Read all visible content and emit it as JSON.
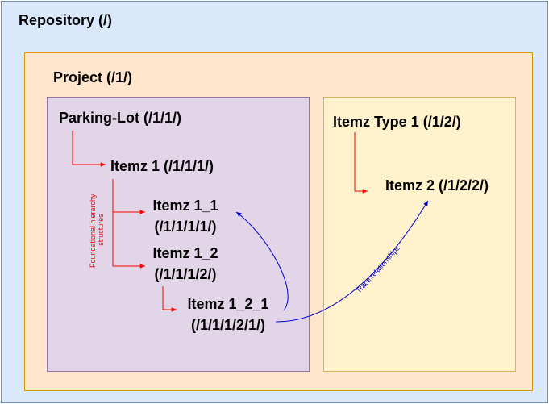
{
  "repository": {
    "label": "Repository (/)"
  },
  "project": {
    "label": "Project (/1/)"
  },
  "parking_lot": {
    "label": "Parking-Lot (/1/1/)"
  },
  "itemz_type_1": {
    "label": "Itemz Type 1 (/1/2/)"
  },
  "itemz_1": {
    "label": "Itemz 1 (/1/1/1/)"
  },
  "itemz_1_1": {
    "line1": "Itemz 1_1",
    "line2": "(/1/1/1/1/)"
  },
  "itemz_1_2": {
    "line1": "Itemz 1_2",
    "line2": "(/1/1/1/2/)"
  },
  "itemz_1_2_1": {
    "line1": "Itemz 1_2_1",
    "line2": "(/1/1/1/2/1/)"
  },
  "itemz_2": {
    "label": "Itemz 2 (/1/2/2/)"
  },
  "annotations": {
    "hierarchy": "Foundational hierarchy structures",
    "hierarchy_line1": "Foundational hierarchy",
    "hierarchy_line2": "structures",
    "trace": "Trace relationships"
  },
  "colors": {
    "repository_fill": "#dae8fc",
    "project_fill": "#ffe6cc",
    "parking_lot_fill": "#e1d5e7",
    "itemz_type_fill": "#fff2cc",
    "hierarchy_edge": "#ff0000",
    "trace_edge": "#0000cc"
  }
}
